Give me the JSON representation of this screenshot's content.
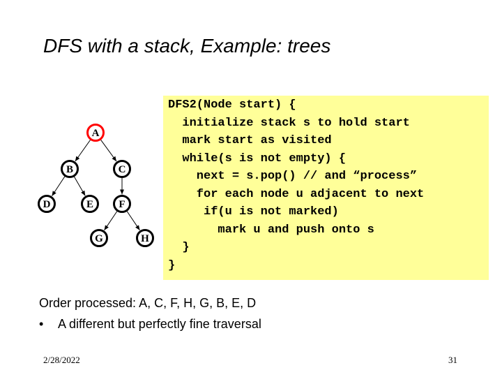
{
  "slide": {
    "title": "DFS with a stack, Example: trees",
    "tree": {
      "nodes": [
        {
          "id": "A",
          "label": "A",
          "highlighted": true
        },
        {
          "id": "B",
          "label": "B",
          "highlighted": false
        },
        {
          "id": "C",
          "label": "C",
          "highlighted": false
        },
        {
          "id": "D",
          "label": "D",
          "highlighted": false
        },
        {
          "id": "E",
          "label": "E",
          "highlighted": false
        },
        {
          "id": "F",
          "label": "F",
          "highlighted": false
        },
        {
          "id": "G",
          "label": "G",
          "highlighted": false
        },
        {
          "id": "H",
          "label": "H",
          "highlighted": false
        }
      ],
      "edges": [
        [
          "A",
          "B"
        ],
        [
          "A",
          "C"
        ],
        [
          "B",
          "D"
        ],
        [
          "B",
          "E"
        ],
        [
          "C",
          "F"
        ],
        [
          "F",
          "G"
        ],
        [
          "F",
          "H"
        ]
      ],
      "highlight_color": "#ff0000",
      "node_color": "#000000"
    },
    "code": {
      "background": "#ffff99",
      "lines": [
        "DFS2(Node start) {",
        "  initialize stack s to hold start",
        "  mark start as visited",
        "  while(s is not empty) {",
        "    next = s.pop() // and “process”",
        "    for each node u adjacent to next",
        "     if(u is not marked)",
        "       mark u and push onto s",
        "  }",
        "}"
      ]
    },
    "order_text": "Order processed: A, C, F, H, G, B, E, D",
    "bullet_symbol": "•",
    "bullet_text": "A different but perfectly fine traversal",
    "footer": {
      "date": "2/28/2022",
      "page_number": "31"
    }
  }
}
